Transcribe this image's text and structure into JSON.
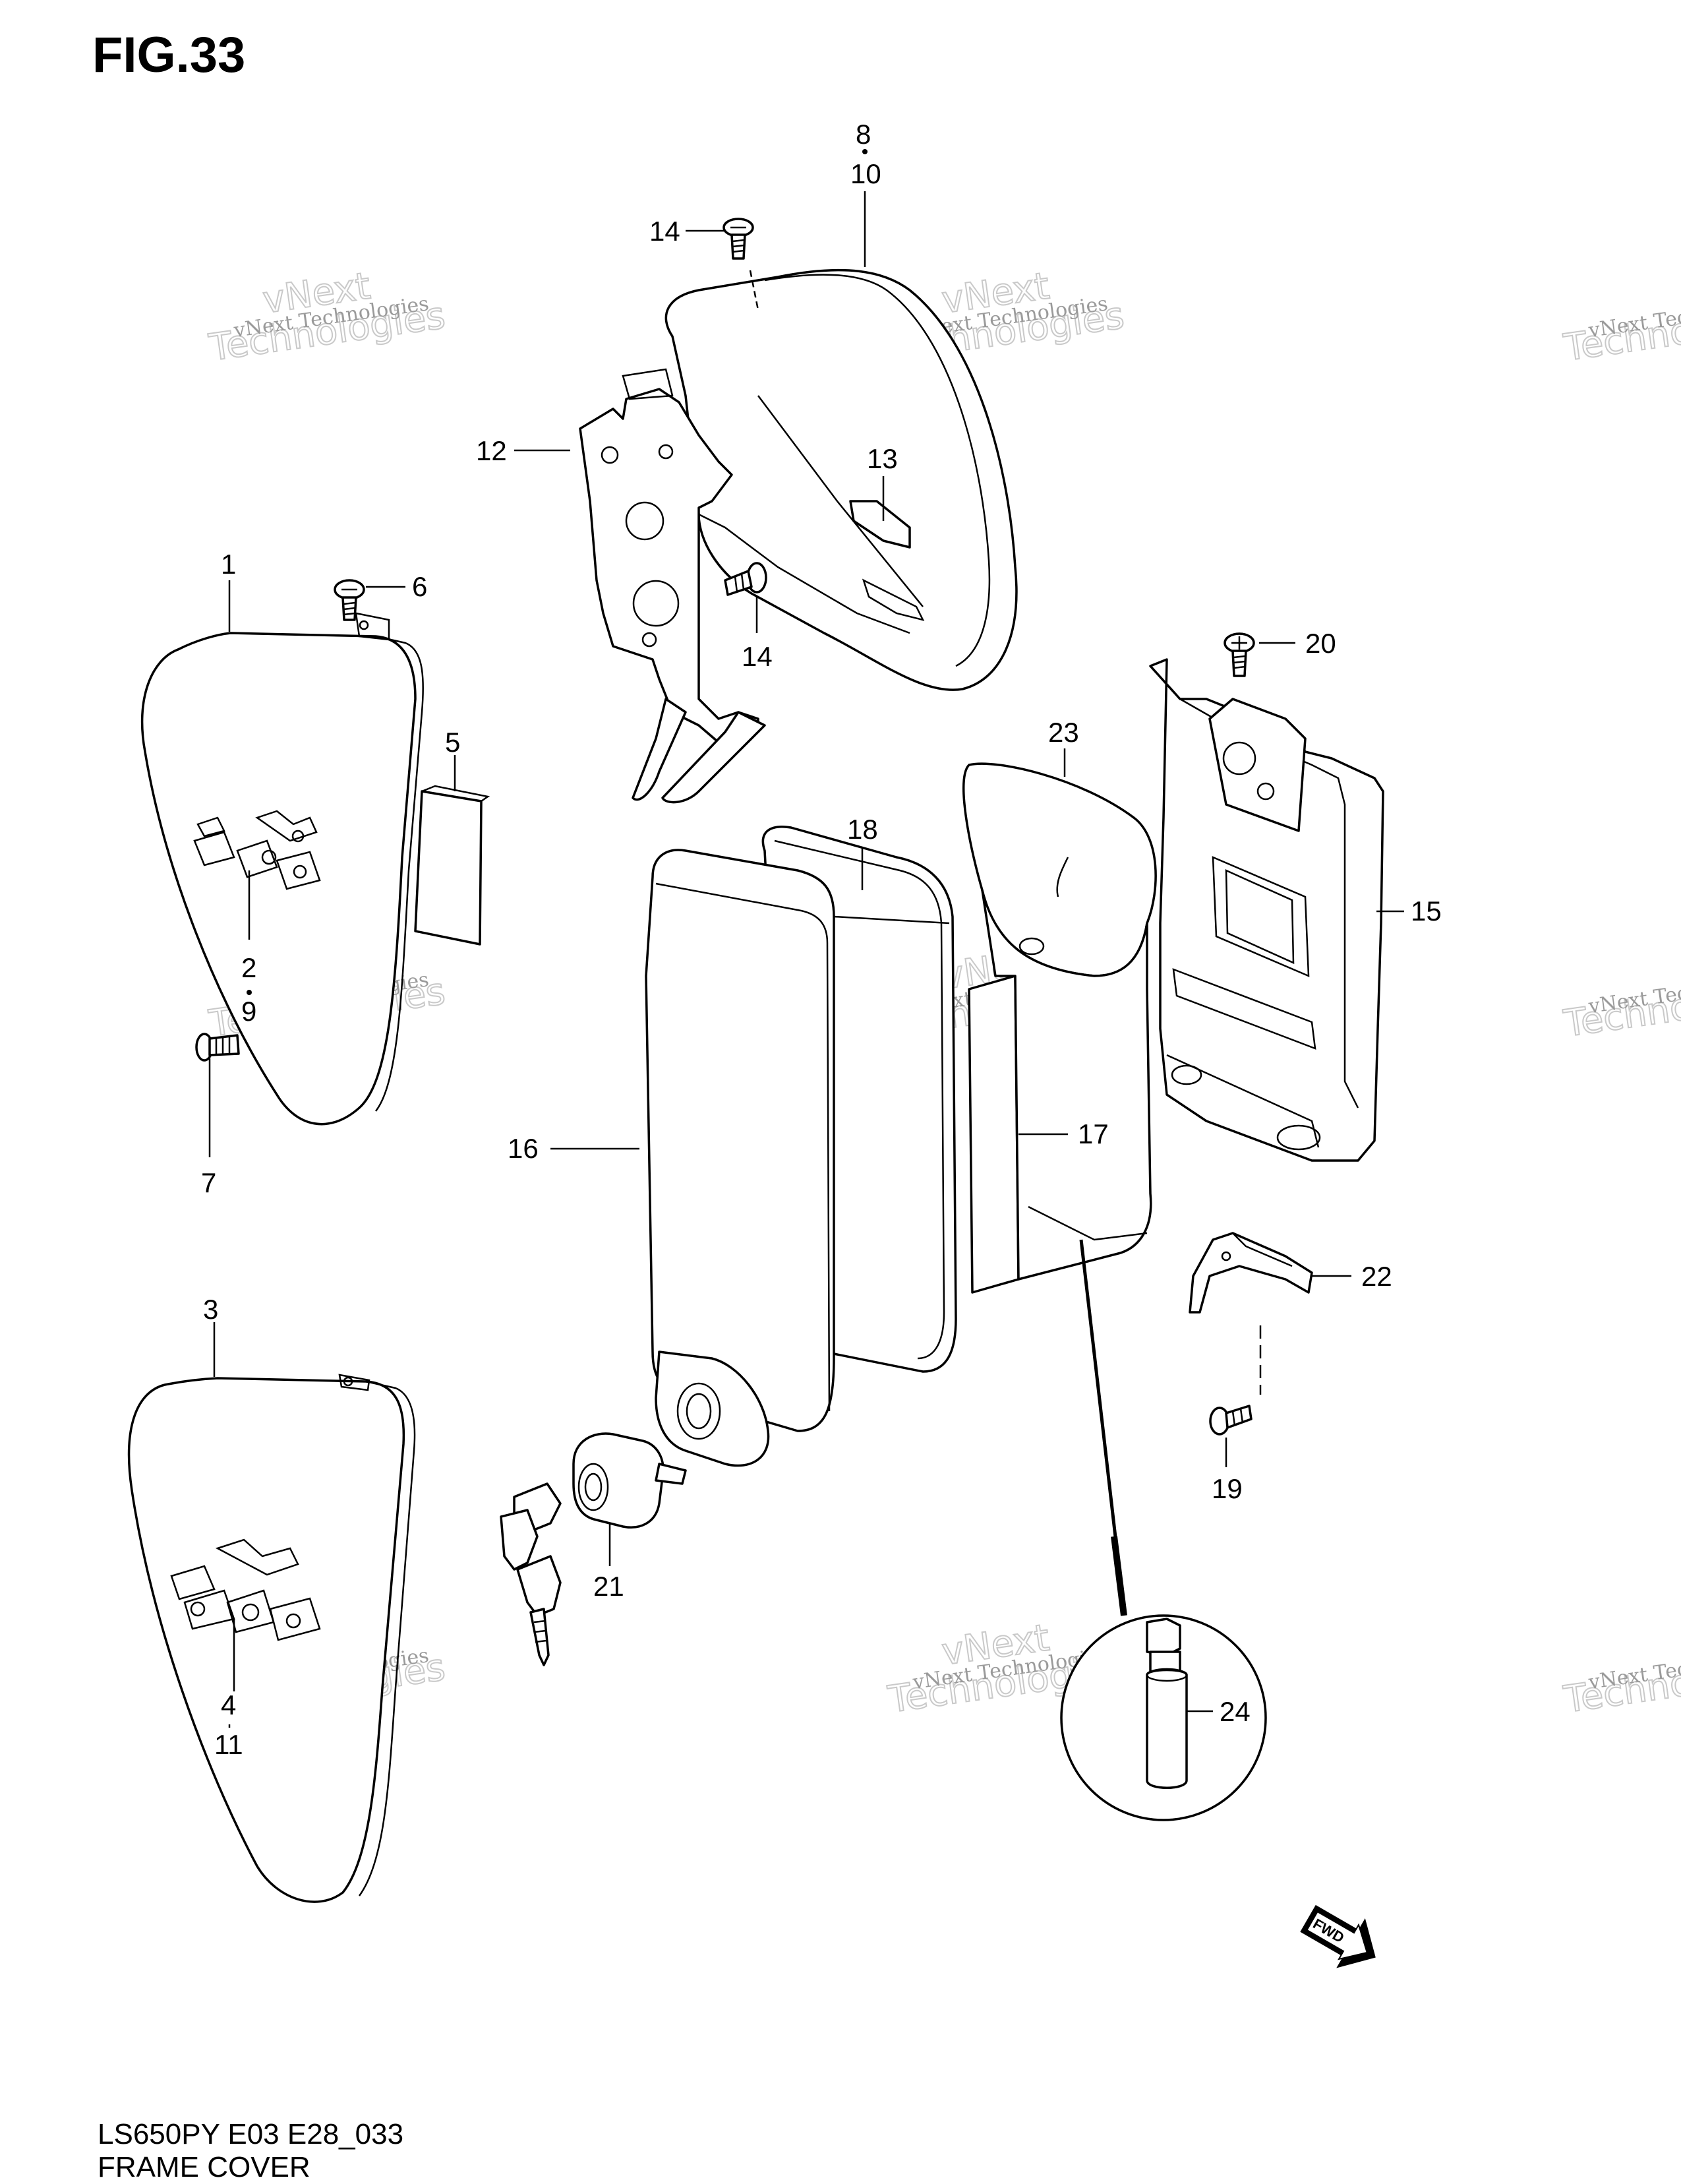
{
  "figure": {
    "title": "FIG.33",
    "code": "LS650PY E03 E28_033",
    "name": "FRAME COVER",
    "fwd_label": "FWD"
  },
  "watermark": {
    "line1": "vNext Technologies",
    "line2": "Technologies",
    "line3": "vNext"
  },
  "callouts": [
    "1",
    "2",
    "9",
    "3",
    "4",
    "11",
    "5",
    "6",
    "7",
    "8",
    "10",
    "12",
    "13",
    "14",
    "14",
    "15",
    "16",
    "17",
    "18",
    "19",
    "20",
    "21",
    "22",
    "23",
    "24"
  ]
}
